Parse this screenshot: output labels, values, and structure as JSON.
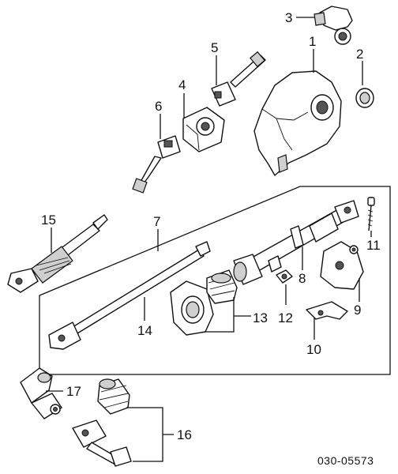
{
  "diagram": {
    "callouts": {
      "c1": "1",
      "c2": "2",
      "c3": "3",
      "c4": "4",
      "c5": "5",
      "c6": "6",
      "c7": "7",
      "c8": "8",
      "c9": "9",
      "c10": "10",
      "c11": "11",
      "c12": "12",
      "c13": "13",
      "c14": "14",
      "c15": "15",
      "c16": "16",
      "c17": "17"
    },
    "diagram_code": "030-05573"
  },
  "colors": {
    "line": "#111111",
    "shade": "#cfcfcf",
    "background": "#ffffff"
  }
}
